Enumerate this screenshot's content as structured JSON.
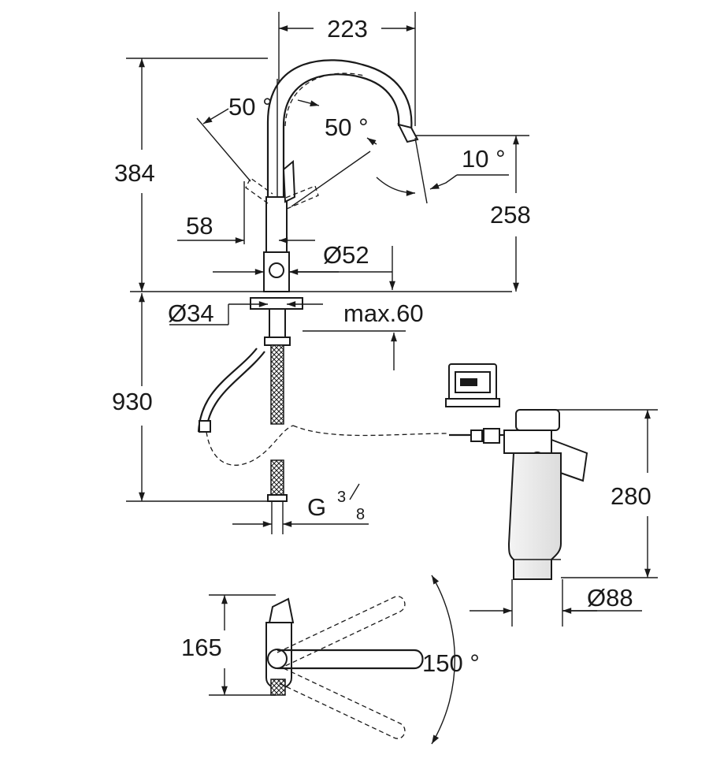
{
  "dimensions": {
    "spout_reach": "223",
    "total_height": "384",
    "lever_angle_left": "50 °",
    "lever_angle_right": "50 °",
    "spout_tilt": "10 °",
    "outlet_height": "258",
    "lever_offset": "58",
    "body_diameter": "Ø52",
    "hole_diameter": "Ø34",
    "deck_thickness": "max.60",
    "hose_length": "930",
    "thread_main": "G",
    "thread_sup": "3",
    "thread_sub": "8",
    "filter_height": "280",
    "filter_diameter": "Ø88",
    "top_depth": "165",
    "swivel_angle": "150 °"
  },
  "colors": {
    "line": "#1a1a1a",
    "background": "#ffffff"
  }
}
